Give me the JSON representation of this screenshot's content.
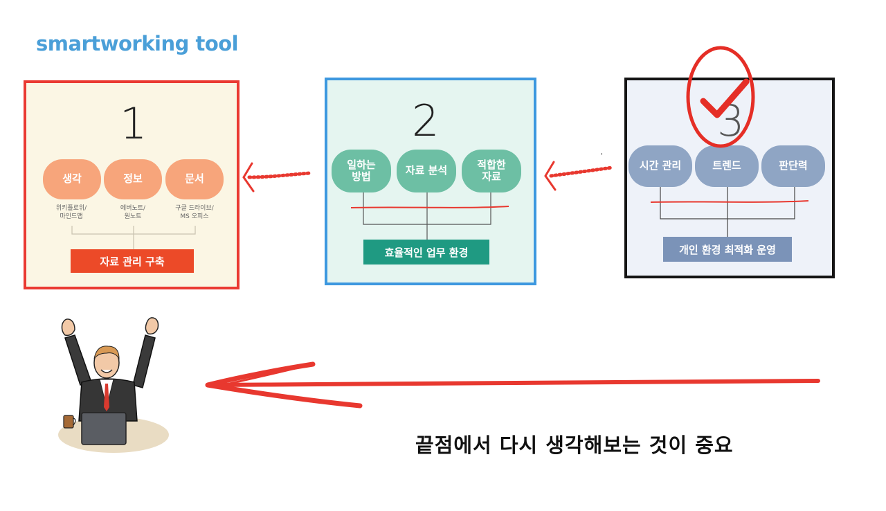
{
  "title": "smartworking tool",
  "panels": [
    {
      "number": "1",
      "pills": [
        "생각",
        "정보",
        "문서"
      ],
      "subs": [
        "위키플로위/\n마인드맵",
        "에버노트/\n원노트",
        "구글 드라이브/\nMS 오피스"
      ],
      "bar": "자료 관리 구축"
    },
    {
      "number": "2",
      "pills": [
        "일하는\n방법",
        "자료 분석",
        "적합한\n자료"
      ],
      "bar": "효율적인 업무 환경"
    },
    {
      "number": "3",
      "pills": [
        "시간 관리",
        "트렌드",
        "판단력"
      ],
      "bar": "개인 환경 최적화 운영"
    }
  ],
  "bottom_text": "끝점에서 다시 생각해보는 것이 중요",
  "colors": {
    "title": "#4a9fd8",
    "panel1_border": "#ea3a32",
    "panel2_border": "#3d98df",
    "panel3_border": "#141414",
    "arrow": "#e8382f"
  }
}
